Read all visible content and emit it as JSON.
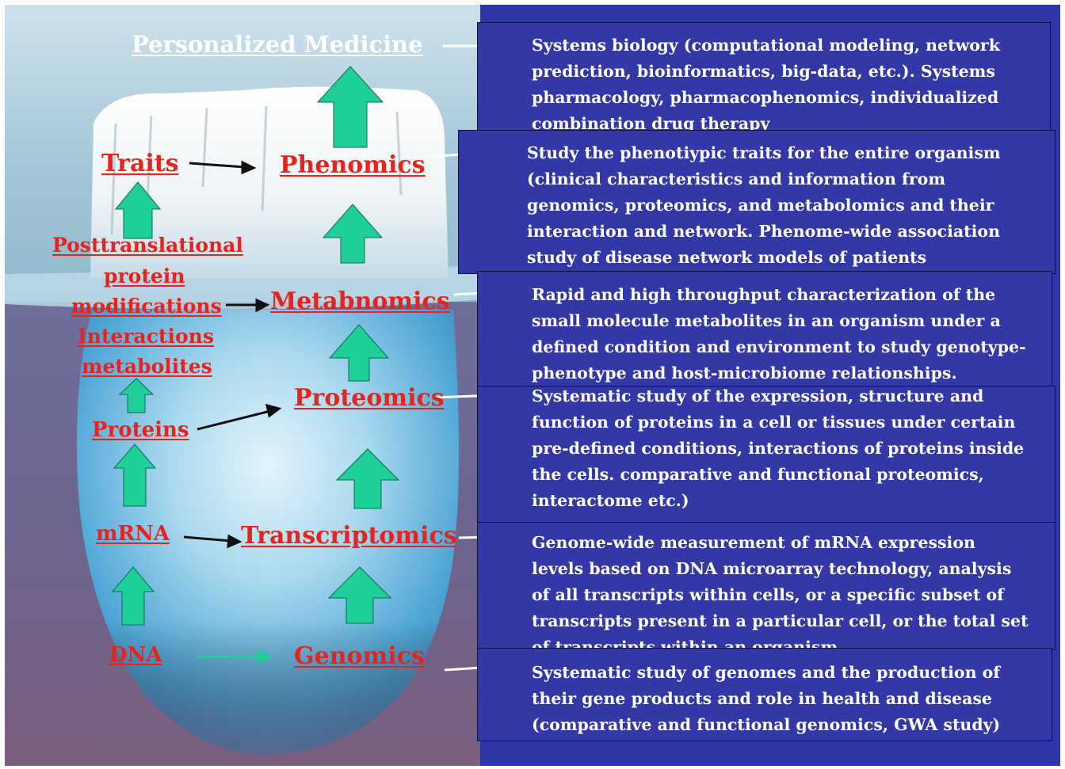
{
  "colors": {
    "background": "#2e35a4",
    "box": "#3338a6",
    "label": "#e8221c",
    "arrow_up": "#1ecf97",
    "white": "#ffffff"
  },
  "title": "Personalized Medicine",
  "left_column": {
    "traits": "Traits",
    "posttranslational": [
      "Posttranslational",
      "protein",
      "modifications"
    ],
    "interactions": [
      "Interactions",
      "metabolites"
    ],
    "proteins": "Proteins",
    "mrna": "mRNA",
    "dna": "DNA"
  },
  "center_column": {
    "phenomics": "Phenomics",
    "metabnomics": "Metabnomics",
    "proteomics": "Proteomics",
    "transcriptomics": "Transcriptomics",
    "genomics": "Genomics"
  },
  "descriptions": {
    "personalized": [
      "Systems biology (computational modeling, network",
      "prediction, bioinformatics, big-data, etc.). Systems",
      "pharmacology, pharmacophenomics, individualized",
      "combination drug therapy"
    ],
    "phenomics": [
      "Study the phenotiypic traits for the entire organism",
      "(clinical characteristics and information from",
      "genomics, proteomics, and metabolomics and their",
      "interaction and network. Phenome-wide association",
      "study of disease network models of patients"
    ],
    "metabnomics": [
      "Rapid and high throughput characterization of the",
      "small molecule metabolites in an organism under a",
      "defined condition and environment to study genotype-",
      "phenotype and host-microbiome relationships."
    ],
    "proteomics": [
      "Systematic study of the expression, structure and",
      "function of proteins in a cell or tissues under certain",
      "pre-defined conditions, interactions of proteins inside",
      "the cells. comparative and functional proteomics,",
      "interactome etc.)"
    ],
    "transcriptomics": [
      "Genome-wide measurement of mRNA expression",
      "levels based on DNA microarray technology, analysis",
      "of all transcripts within cells, or a specific subset of",
      "transcripts present in a particular cell, or the total set",
      "of transcripts within an organism."
    ],
    "genomics": [
      "Systematic study of genomes and the production of",
      "their gene products and role in health and disease",
      "(comparative and functional genomics, GWA study)"
    ]
  }
}
